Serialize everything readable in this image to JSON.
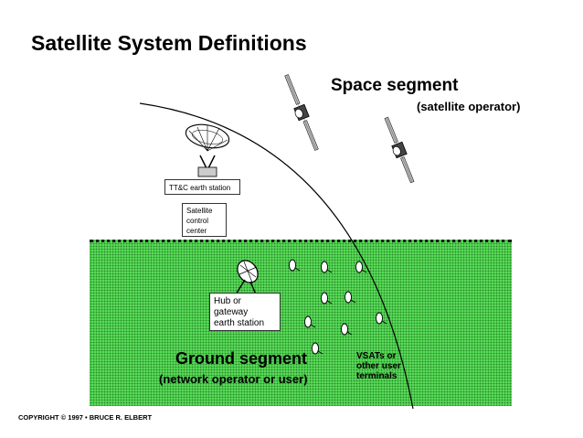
{
  "title": "Satellite System Definitions",
  "space": {
    "title": "Space segment",
    "subtitle": "(satellite operator)"
  },
  "ground": {
    "title": "Ground segment",
    "subtitle": "(network operator or user)"
  },
  "ttc_station": {
    "label": "TT&C earth station"
  },
  "control_center": {
    "lines": [
      "Satellite",
      "control",
      "center"
    ]
  },
  "hub": {
    "lines": [
      "Hub or",
      "gateway",
      "earth station"
    ]
  },
  "vsats": {
    "lines": [
      "VSATs or",
      "other user",
      "terminals"
    ]
  },
  "copyright": "COPYRIGHT © 1997 • BRUCE R. ELBERT",
  "colors": {
    "ground_fill": "#57d857",
    "background": "#ffffff",
    "text": "#000000"
  }
}
